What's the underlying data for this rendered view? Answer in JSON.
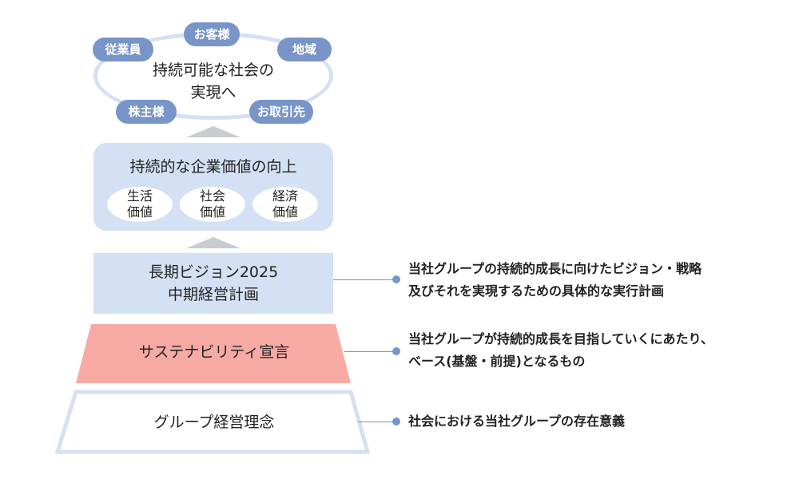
{
  "stakeholders": {
    "customers": "お客様",
    "employees": "従業員",
    "region": "地域",
    "shareholders": "株主様",
    "partners": "お取引先"
  },
  "vision": {
    "line1": "持続可能な社会の",
    "line2": "実現へ"
  },
  "corporate_value": {
    "title": "持続的な企業価値の向上",
    "items": [
      {
        "line1": "生活",
        "line2": "価値"
      },
      {
        "line1": "社会",
        "line2": "価値"
      },
      {
        "line1": "経済",
        "line2": "価値"
      }
    ]
  },
  "plan": {
    "line1": "長期ビジョン2025",
    "line2": "中期経営計画",
    "note_line1": "当社グループの持続的成長に向けたビジョン・戦略",
    "note_line2": "及びそれを実現するための具体的な実行計画"
  },
  "sustainability": {
    "label": "サステナビリティ宣言",
    "note_line1": "当社グループが持続的成長を目指していくにあたり、",
    "note_line2": "ベース(基盤・前提)となるもの"
  },
  "philosophy": {
    "label": "グループ経営理念",
    "note": "社会における当社グループの存在意義"
  },
  "colors": {
    "pale_blue": "#d4e0f3",
    "mid_blue": "#7894c8",
    "salmon": "#f7aaa4",
    "arrow_gray": "#c9ccd1"
  }
}
